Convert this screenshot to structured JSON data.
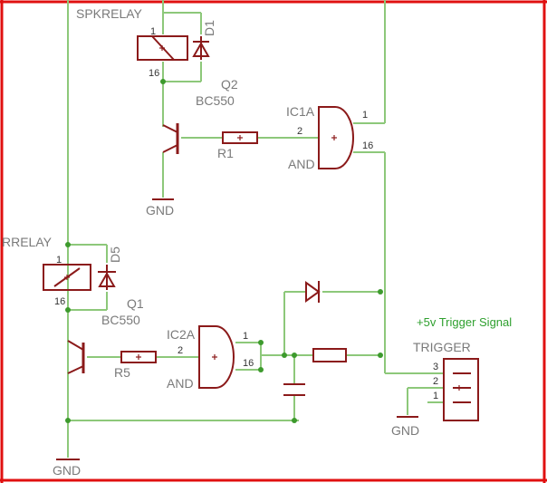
{
  "colors": {
    "frame": "#e01010",
    "wire": "#8dc87a",
    "part": "#8b1a1a",
    "label": "#7a7a7a",
    "pin_number": "#333333",
    "signal_label": "#2fa02f",
    "junction": "#3d9a2d"
  },
  "labels": {
    "spkrelay": "SPKRELAY",
    "d1": "D1",
    "q2": "Q2",
    "q2_type": "BC550",
    "r1": "R1",
    "ic1a": "IC1A",
    "ic1a_func": "AND",
    "gnd_top": "GND",
    "rrelay": "RRELAY",
    "d5": "D5",
    "q1": "Q1",
    "q1_type": "BC550",
    "ic2a": "IC2A",
    "ic2a_func": "AND",
    "r5": "R5",
    "gnd_bottom": "GND",
    "trigger": "TRIGGER",
    "trigger_signal": "+5v Trigger Signal",
    "gnd_trigger": "GND"
  },
  "pins": {
    "spk_1": "1",
    "spk_16": "16",
    "r1_2": "2",
    "ic1a_1": "1",
    "ic1a_16": "16",
    "rr_1": "1",
    "rr_16": "16",
    "r5_2": "2",
    "ic2a_1": "1",
    "ic2a_16": "16",
    "trig_3": "3",
    "trig_2": "2",
    "trig_1": "1"
  }
}
